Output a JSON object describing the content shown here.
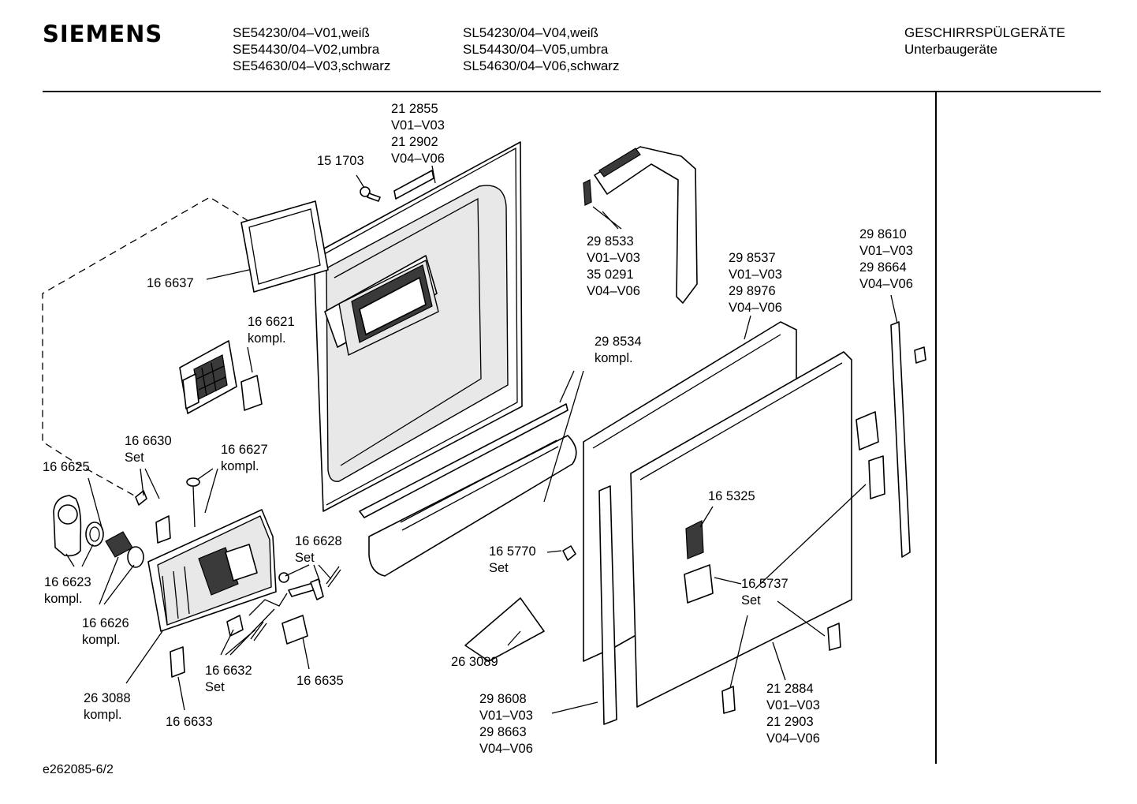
{
  "header": {
    "brand": "SIEMENS",
    "models_col1": [
      "SE54230/04–V01,weiß",
      "SE54430/04–V02,umbra",
      "SE54630/04–V03,schwarz"
    ],
    "models_col2": [
      "SL54230/04–V04,weiß",
      "SL54430/04–V05,umbra",
      "SL54630/04–V06,schwarz"
    ],
    "category": "GESCHIRRSPÜLGERÄTE",
    "subcategory": "Unterbaugeräte"
  },
  "callouts": {
    "c212855": [
      "21 2855",
      "V01–V03",
      "21 2902",
      "V04–V06"
    ],
    "c151703": [
      "15 1703"
    ],
    "c166637": [
      "16 6637"
    ],
    "c166621": [
      "16 6621",
      "kompl."
    ],
    "c166630": [
      "16 6630",
      "Set"
    ],
    "c166627": [
      "16 6627",
      "kompl."
    ],
    "c166625": [
      "16 6625"
    ],
    "c166623": [
      "16 6623",
      "kompl."
    ],
    "c166626": [
      "16 6626",
      "kompl."
    ],
    "c166628": [
      "16 6628",
      "Set"
    ],
    "c166632": [
      "16 6632",
      "Set"
    ],
    "c166635": [
      "16 6635"
    ],
    "c263088": [
      "26 3088",
      "kompl."
    ],
    "c166633": [
      "16 6633"
    ],
    "c298533": [
      "29 8533",
      "V01–V03",
      "35 0291",
      "V04–V06"
    ],
    "c298534": [
      "29 8534",
      "kompl."
    ],
    "c298537": [
      "29 8537",
      "V01–V03",
      "29 8976",
      "V04–V06"
    ],
    "c298610": [
      "29 8610",
      "V01–V03",
      "29 8664",
      "V04–V06"
    ],
    "c165325": [
      "16 5325"
    ],
    "c165770": [
      "16 5770",
      "Set"
    ],
    "c165737": [
      "16 5737",
      "Set"
    ],
    "c263089": [
      "26 3089"
    ],
    "c298608": [
      "29 8608",
      "V01–V03",
      "29 8663",
      "V04–V06"
    ],
    "c212884": [
      "21 2884",
      "V01–V03",
      "21 2903",
      "V04–V06"
    ]
  },
  "footer": {
    "drawing_id": "e262085-6/2"
  }
}
